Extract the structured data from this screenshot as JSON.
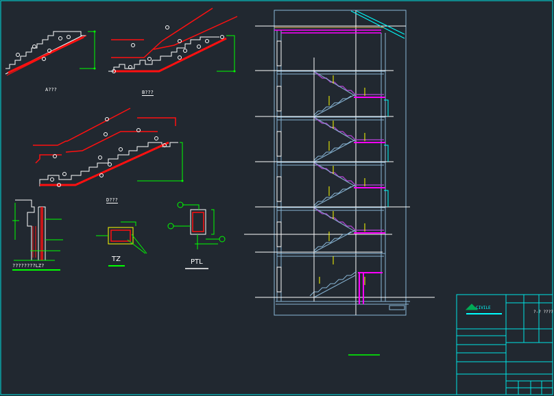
{
  "drawing": {
    "detail_labels": {
      "a": "A???",
      "b": "B???",
      "d": "D???",
      "lz": "????????LZ?",
      "tz": "TZ",
      "ptl": "PTL"
    },
    "title_block": {
      "logo_text": "CIVILE",
      "sheet_title": "?-? ????"
    },
    "colors": {
      "background": "#212830",
      "rebar": "#ff1010",
      "outline": "#ffffff",
      "dimension": "#00ff00",
      "section": "#8ab8d8",
      "landing": "#ff00ff",
      "border": "#00ffff",
      "marker": "#ffff00"
    }
  }
}
